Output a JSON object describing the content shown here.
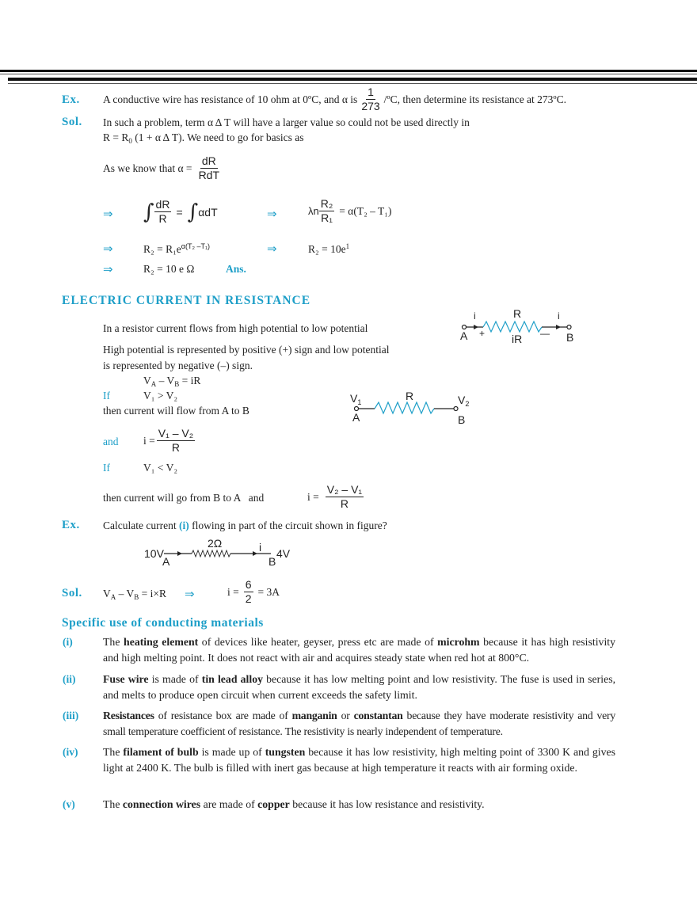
{
  "header_rules": true,
  "example1": {
    "label": "Ex.",
    "text_before": "A conductive wire has resistance of 10 ohm at 0ºC, and α is",
    "frac_num": "1",
    "frac_den": "273",
    "text_after": "/ºC, then determine its resistance at 273ºC."
  },
  "solution1": {
    "label": "Sol.",
    "line1": "In such a problem, term α Δ T will have a larger value so could not be used directly in",
    "line2_a": "R = R",
    "line2_sub": "0",
    "line2_b": " (1 + α Δ T). We need to go for basics as",
    "know_text": "As we know that α =",
    "know_num": "dR",
    "know_den": "RdT",
    "arrow": "⇒",
    "step1_num": "dR",
    "step1_den": "R",
    "step1_rhs": "αdT",
    "step2_ln": "λn",
    "step2_num": "R₂",
    "step2_den": "R₁",
    "step2_rhs": "= α(T₂ – T₁)",
    "step3": "R₂ = R₁e",
    "step3_exp": "α(T₂ –T₁)",
    "step4": "R₂ = 10e",
    "step4_exp": "1",
    "step5": "R₂ = 10 e Ω",
    "answer_label": "Ans."
  },
  "section_electric": {
    "title": "ELECTRIC CURRENT IN RESISTANCE",
    "p1": "In a resistor current flows from high potential to low potential",
    "p2a": "High potential is represented by positive (+) sign and low potential",
    "p2b": "is represented by negative (–) sign.",
    "eq1": "V",
    "eq1_subA": "A",
    "eq1_mid": " – V",
    "eq1_subB": "B",
    "eq1_end": " = iR",
    "if1_label": "If",
    "if1_cond": "V₁ > V₂",
    "then1": "then current will flow from A to B",
    "and_label": "and",
    "i_eq1_lhs": "i =",
    "i_eq1_num": "V₁ – V₂",
    "i_eq1_den": "R",
    "if2_label": "If",
    "if2_cond": "V₁ < V₂",
    "then2": "then current will go from B to A   and",
    "i_eq2_lhs": "i =",
    "i_eq2_num": "V₂ – V₁",
    "i_eq2_den": "R",
    "fig1": {
      "i_left": "i",
      "R": "R",
      "i_right": "i",
      "A": "A",
      "plus": "+",
      "iR": "iR",
      "minus": "—",
      "B": "B"
    },
    "fig2": {
      "V1": "V",
      "V1_sub": "1",
      "R": "R",
      "V2": "V",
      "V2_sub": "2",
      "A": "A",
      "B": "B"
    }
  },
  "example2": {
    "label": "Ex.",
    "text_a": "Calculate current ",
    "text_i": "(i)",
    "text_b": " flowing in part of the circuit shown in figure?",
    "fig": {
      "left_v": "10V",
      "A": "A",
      "R": "2Ω",
      "i": "i",
      "right_v": "4V",
      "B": "B"
    }
  },
  "solution2": {
    "label": "Sol.",
    "eq": "V",
    "subA": "A",
    "mid": " – V",
    "subB": "B",
    "end": " = i×R",
    "arrow": "⇒",
    "i_lhs": "i =",
    "num": "6",
    "den": "2",
    "result": "= 3A"
  },
  "materials": {
    "title": "Specific use of conducting materials",
    "items": [
      {
        "num": "(i)"
      },
      {
        "num": "(ii)"
      },
      {
        "num": "(iii)"
      },
      {
        "num": "(iv)"
      },
      {
        "num": "(v)"
      }
    ],
    "i_t1": "The ",
    "i_b1": "heating element",
    "i_t2": " of devices like heater, geyser, press etc are made of ",
    "i_b2": "microhm",
    "i_t3": " because it has high resistivity and high melting point. It does not react with air and acquires steady state when red hot at 800°C.",
    "ii_b1": "Fuse wire",
    "ii_t1": " is made of ",
    "ii_b2": "tin lead alloy",
    "ii_t2": " because it has low melting point and low resistivity. The fuse is used in series, and melts to produce open circuit when current exceeds the safety limit.",
    "iii_b1": "Resistances",
    "iii_t1": " of resistance box are made of ",
    "iii_b2": "manganin",
    "iii_t2": " or ",
    "iii_b3": "constantan",
    "iii_t3": " because they have moderate resistivity and very small temperature coefficient of resistance. The resistivity is nearly independent of temperature.",
    "iv_t1": "The ",
    "iv_b1": "filament of bulb",
    "iv_t2": " is made up of ",
    "iv_b2": "tungsten",
    "iv_t3": " because it has low resistivity, high melting point of 3300 K and gives light at 2400 K. The bulb is filled with inert gas because at high temperature it reacts with air forming oxide.",
    "v_t1": "The ",
    "v_b1": "connection wires",
    "v_t2": " are made of ",
    "v_b2": "copper",
    "v_t3": " because it has low resistance and resistivity."
  },
  "colors": {
    "accent": "#1e9fc8",
    "text": "#222222",
    "rule": "#111111"
  }
}
